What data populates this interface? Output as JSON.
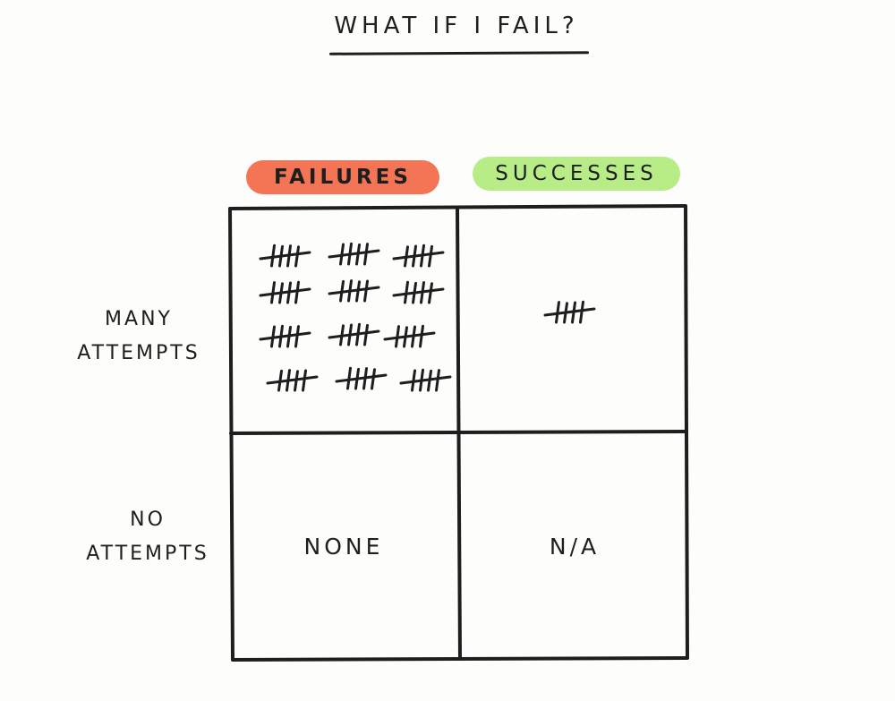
{
  "title": "WHAT IF I FAIL?",
  "columns": {
    "failures": "FAILURES",
    "successes": "SUCCESSES"
  },
  "rows": {
    "many_line1": "MANY",
    "many_line2": "ATTEMPTS",
    "no_line1": "NO",
    "no_line2": "ATTEMPTS"
  },
  "cells": {
    "no_attempts_failures": "NONE",
    "no_attempts_successes": "N/A"
  },
  "tallies": {
    "many_attempts_failures": 12,
    "many_attempts_successes": 1
  },
  "colors": {
    "failures_highlight": "#f47456",
    "successes_highlight": "#b7ec86",
    "ink": "#1e1e1e"
  }
}
